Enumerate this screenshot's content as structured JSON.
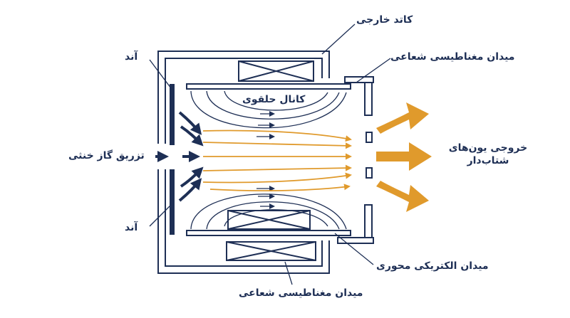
{
  "colors": {
    "navy": "#1e2f55",
    "orange": "#e09a2c",
    "background": "#ffffff"
  },
  "labels": {
    "outer_cathode": "کاتد خارجی",
    "anode_top": "آند",
    "anode_bottom": "آند",
    "radial_magnetic_field_top": "میدان مغناطیسی شعاعی",
    "radial_magnetic_field_bottom": "میدان مغناطیسی شعاعی",
    "annular_channel": "کانال حلقوی",
    "inert_gas_injection": "تزریق گاز خنثی",
    "accelerated_ion_output_line1": "خروجی یون‌های",
    "accelerated_ion_output_line2": "شتاب‌دار",
    "axial_electric_field": "میدان الکتریکی محوری"
  },
  "icons": [
    "coil-cross-icon",
    "arrow-right-icon",
    "big-arrow-icon"
  ]
}
